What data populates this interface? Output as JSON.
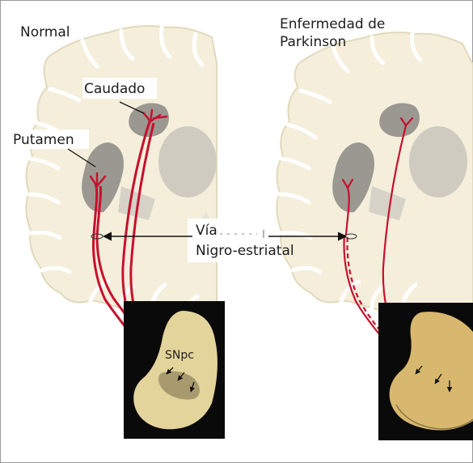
{
  "labels": {
    "normal": "Normal",
    "parkinson_line1": "Enfermedad de",
    "parkinson_line2": "Parkinson",
    "caudado": "Caudado",
    "putamen": "Putamen",
    "via_line1": "Vía",
    "via_line2": "Nigro-estriatal",
    "snpc": "SNpc"
  },
  "colors": {
    "cortex": "#f4eedb",
    "cortex_outline": "#e2d9bc",
    "sulcus": "#ffffff",
    "nucleus_dark": "#9b9892",
    "nucleus_light": "#cfcbc1",
    "pathway": "#c8102e",
    "photo_bg": "#0a0a0a",
    "tissue_normal": "#e3d49c",
    "tissue_pd": "#d8b86e"
  }
}
